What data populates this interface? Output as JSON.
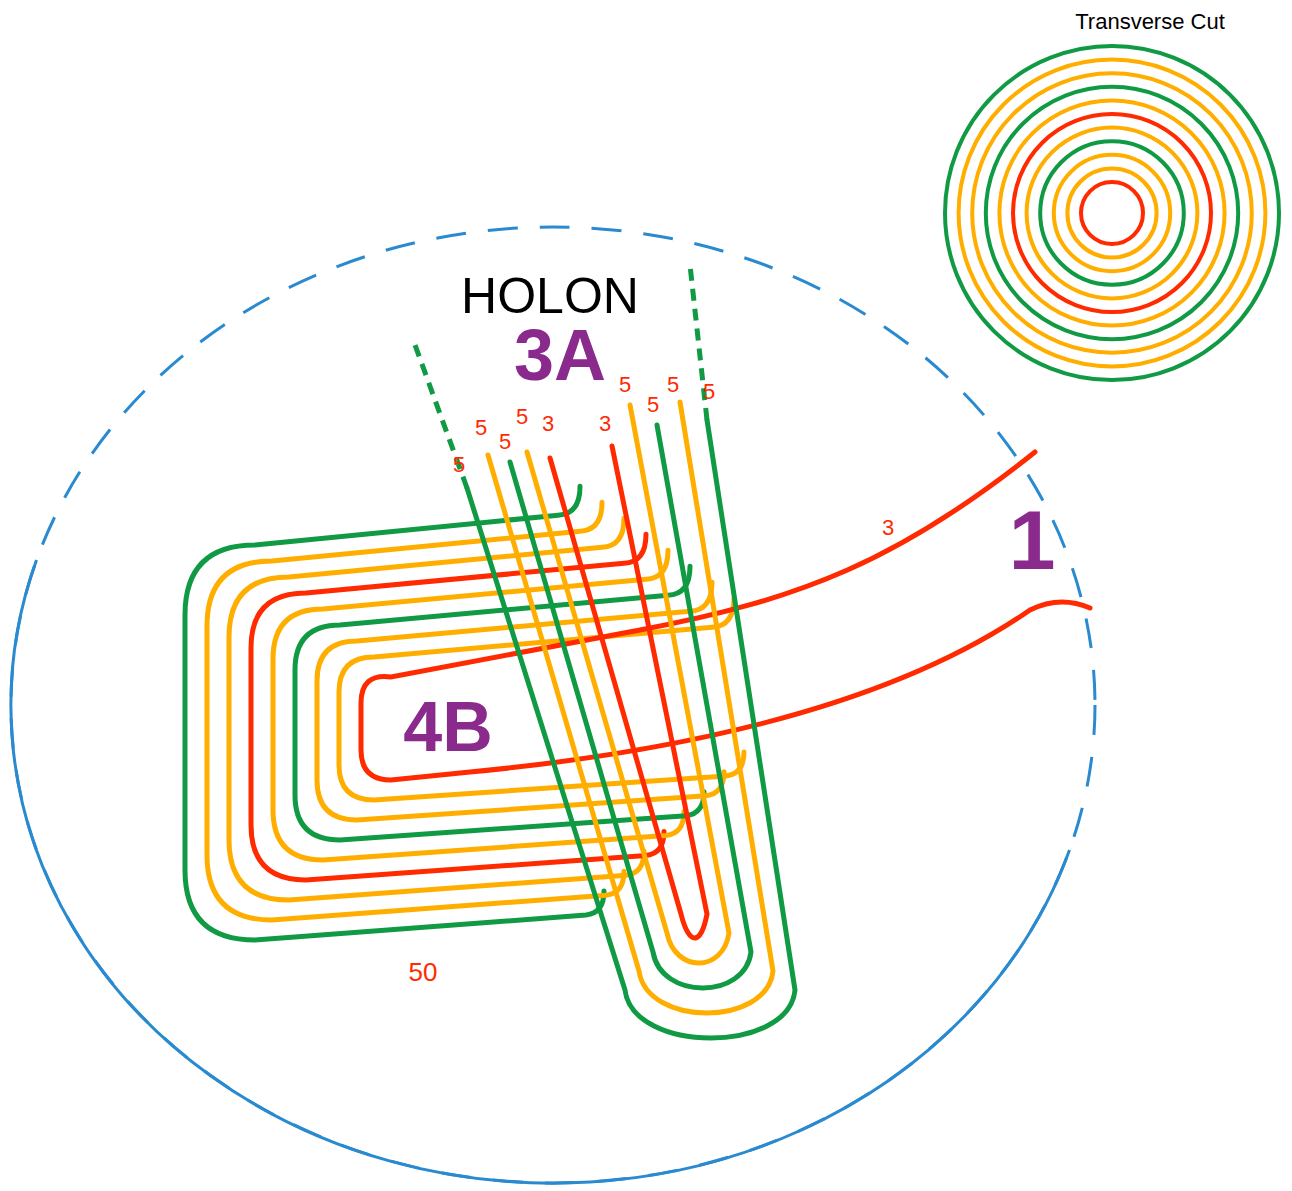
{
  "diagram": {
    "labels": [
      "Transverse Cut",
      "HOLON",
      "3A",
      "5",
      "5",
      "5",
      "5",
      "3",
      "3",
      "5",
      "5",
      "5",
      "5",
      "3",
      "1",
      "4B",
      "50"
    ]
  }
}
